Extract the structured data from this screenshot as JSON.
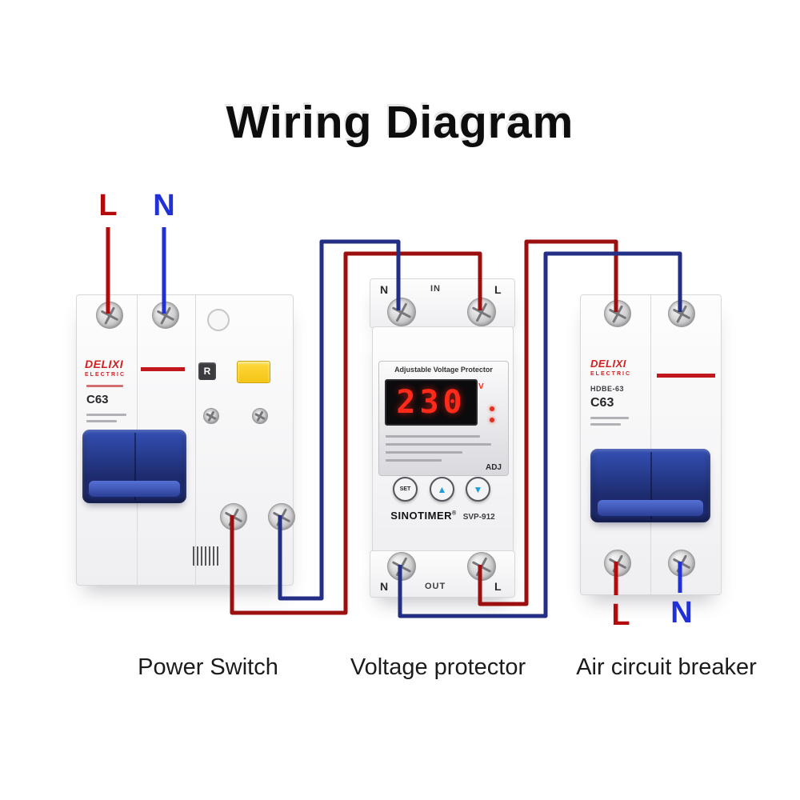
{
  "title": "Wiring Diagram",
  "colors": {
    "wire_live": "#9c0f0f",
    "wire_neutral": "#232f85",
    "label_live": "#b50a0a",
    "label_neutral": "#2230d8",
    "display_red": "#ff2a1a",
    "toggle_blue": "#3450b4",
    "toggle_blue_dark": "#1d2b6e",
    "brand_red": "#d42020",
    "button_yellow": "#f5c518"
  },
  "input_labels": {
    "live": "L",
    "neutral": "N"
  },
  "output_labels": {
    "live": "L",
    "neutral": "N"
  },
  "captions": {
    "power_switch": "Power Switch",
    "voltage_protector": "Voltage protector",
    "air_breaker": "Air circuit breaker"
  },
  "power_switch": {
    "brand": "DELIXI",
    "brand_sub": "ELECTRIC",
    "rating": "C63",
    "test_button": "R"
  },
  "voltage_protector": {
    "header": "Adjustable Voltage Protector",
    "display_value": "230",
    "display_unit": "V",
    "adj_label": "ADJ",
    "set_button": "SET",
    "up_glyph": "▲",
    "down_glyph": "▼",
    "brand": "SINOTIMER",
    "reg_mark": "®",
    "model": "SVP-912",
    "top_terminals": {
      "left": "N",
      "center": "IN",
      "right": "L"
    },
    "bottom_terminals": {
      "left": "N",
      "center": "OUT",
      "right": "L"
    }
  },
  "air_breaker": {
    "brand": "DELIXI",
    "brand_sub": "ELECTRIC",
    "model": "HDBE-63",
    "rating": "C63"
  }
}
